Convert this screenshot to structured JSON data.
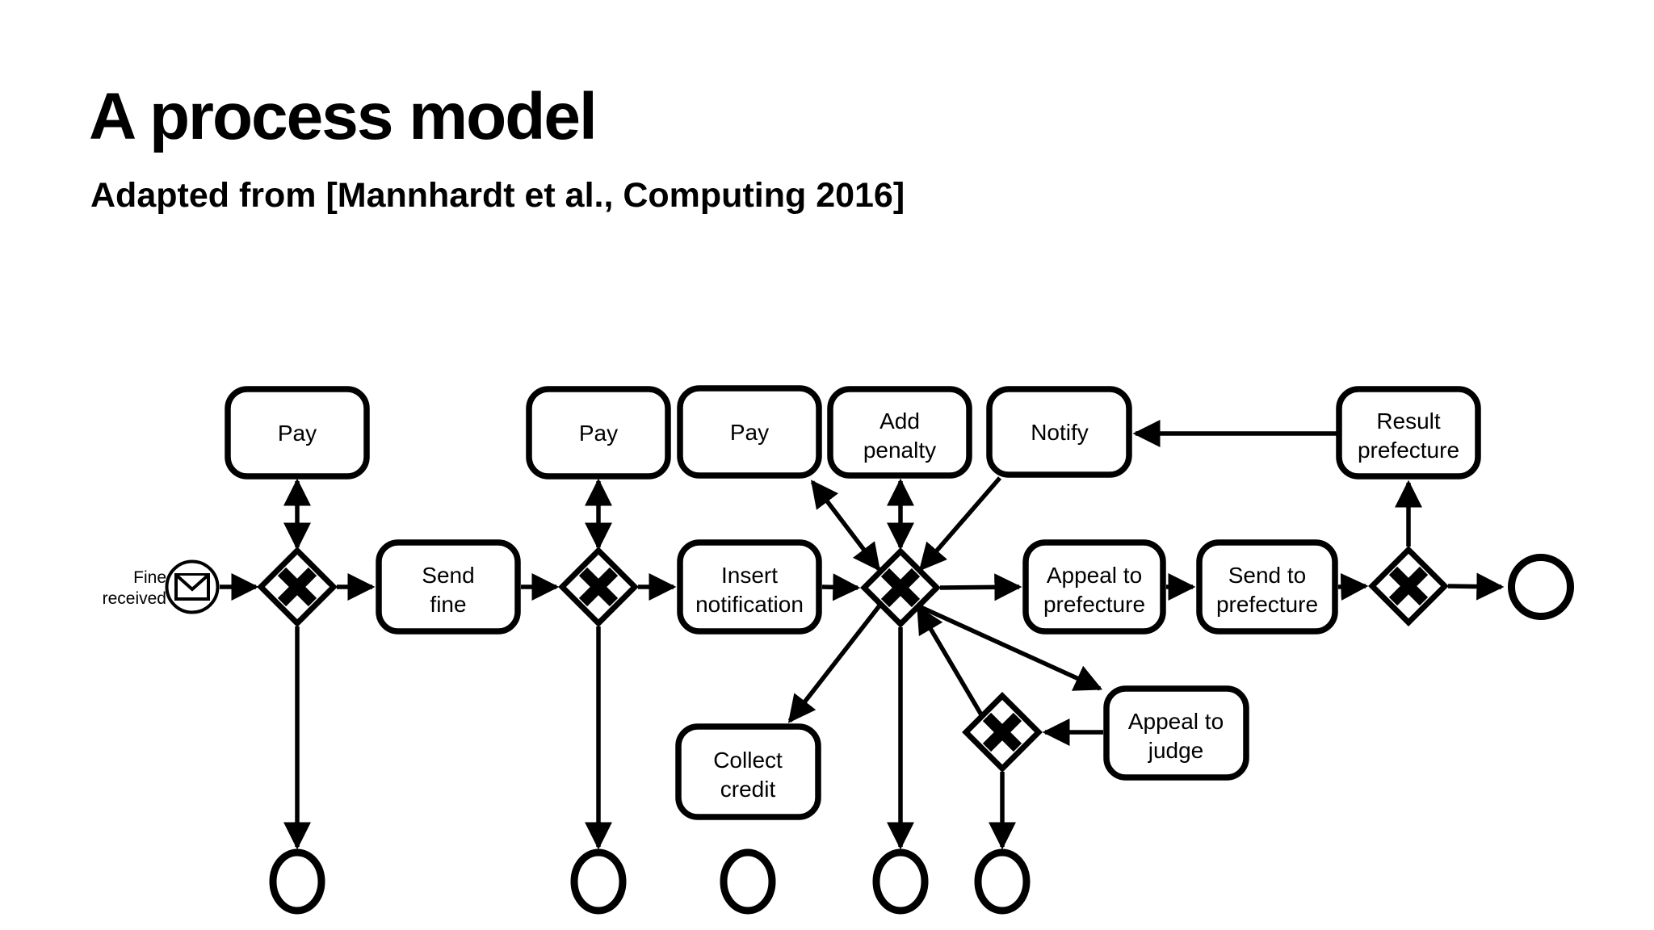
{
  "header": {
    "title": "A process model",
    "subtitle": "Adapted from [Mannhardt et al., Computing 2016]"
  },
  "diagram": {
    "type": "BPMN process model",
    "colors": {
      "line": "#000000",
      "node_fill": "#ffffff",
      "background": "#ffffff"
    },
    "start_event": {
      "line1": "Fine",
      "line2": "received",
      "icon": "envelope-message-icon"
    },
    "tasks": {
      "pay_1": {
        "line1": "Pay"
      },
      "pay_2": {
        "line1": "Pay"
      },
      "pay_3": {
        "line1": "Pay"
      },
      "add_penalty": {
        "line1": "Add",
        "line2": "penalty"
      },
      "notify": {
        "line1": "Notify"
      },
      "result_prefecture": {
        "line1": "Result",
        "line2": "prefecture"
      },
      "send_fine": {
        "line1": "Send",
        "line2": "fine"
      },
      "insert_notification": {
        "line1": "Insert",
        "line2": "notification"
      },
      "appeal_to_prefecture": {
        "line1": "Appeal to",
        "line2": "prefecture"
      },
      "send_to_prefecture": {
        "line1": "Send to",
        "line2": "prefecture"
      },
      "collect_credit": {
        "line1": "Collect",
        "line2": "credit"
      },
      "appeal_to_judge": {
        "line1": "Appeal to",
        "line2": "judge"
      }
    },
    "gateway_count": 5,
    "end_event_count": 6
  }
}
